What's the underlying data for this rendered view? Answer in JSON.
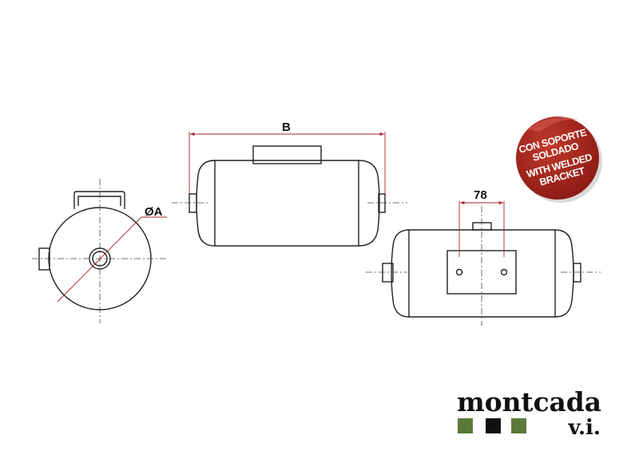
{
  "dimensions": {
    "diameter_label": "ØA",
    "length_label": "B",
    "bracket_spacing_label": "78"
  },
  "badge": {
    "lines": [
      "CON SOPORTE",
      "SOLDADO",
      "WITH WELDED",
      "BRACKET"
    ],
    "color": "#a8201a"
  },
  "logo": {
    "name": "montcada",
    "suffix": "v.i.",
    "colors": {
      "green": "#5a7a3a",
      "black": "#111111"
    }
  }
}
